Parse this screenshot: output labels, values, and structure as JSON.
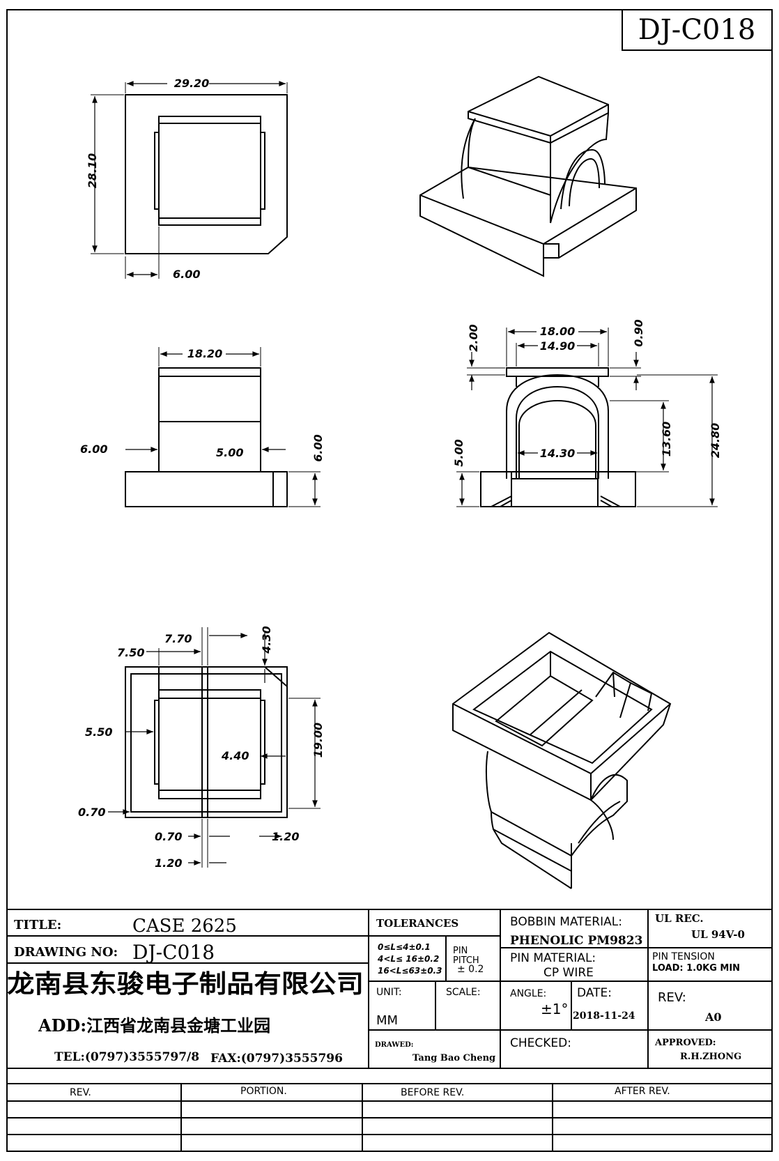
{
  "drawing_code": "DJ-C018",
  "views": {
    "top": {
      "width_label": "29.20",
      "height_label": "28.10",
      "offset_label": "6.00"
    },
    "side": {
      "width_label": "18.20",
      "left_label": "6.00",
      "inner_label": "5.00",
      "height_label": "6.00"
    },
    "front": {
      "top_left_label": "2.00",
      "outer_width_label": "18.00",
      "inner_width_label": "14.90",
      "right_top_label": "0.90",
      "arch_label": "14.30",
      "arch_height_label": "13.60",
      "total_height_label": "24.80",
      "base_label": "5.00"
    },
    "bottom": {
      "a_label": "7.70",
      "b_label": "7.50",
      "c_label": "4.30",
      "d_label": "5.50",
      "e_label": "4.40",
      "f_label": "19.00",
      "g_label": "0.70",
      "h_label": "0.70",
      "i_label": "1.20",
      "j_label": "1.20"
    }
  },
  "title_block": {
    "title_label": "TITLE:",
    "title_value": "CASE 2625",
    "drawing_no_label": "DRAWING NO:",
    "drawing_no_value": "DJ-C018",
    "company": "龙南县东骏电子制品有限公司",
    "address": "ADD:江西省龙南县金塘工业园",
    "tel": "TEL:(0797)3555797/8",
    "fax": "FAX:(0797)3555796",
    "tolerances_label": "TOLERANCES",
    "tol_line1": "0≤L≤4±0.1",
    "tol_line2": "4<L≤ 16±0.2",
    "tol_line3": "16<L≤63±0.3",
    "pin_pitch_label1": "PIN",
    "pin_pitch_label2": "PITCH",
    "pin_pitch_value": "± 0.2",
    "unit_label": "UNIT:",
    "unit_value": "MM",
    "scale_label": "SCALE:",
    "drawer_label": "DRAWED:",
    "drawer_value": "Tang Bao Cheng",
    "bobbin_material_label": "BOBBIN MATERIAL:",
    "bobbin_material_value": "PHENOLIC   PM9823",
    "pin_material_label": "PIN MATERIAL:",
    "pin_material_value": "CP WIRE",
    "angle_label": "ANGLE:",
    "angle_value": "±1°",
    "date_label": "DATE:",
    "date_value": "2018-11-24",
    "checked_label": "CHECKED:",
    "ul_label": "UL REC.",
    "ul_value": "UL  94V-0",
    "pin_tension_label": "PIN TENSION",
    "pin_tension_value": "LOAD:  1.0KG MIN",
    "rev_label": "REV:",
    "rev_value": "A0",
    "approved_label": "APPROVED:",
    "approved_value": "R.H.ZHONG"
  },
  "revision_table": {
    "headers": [
      "REV.",
      "PORTION.",
      "BEFORE REV.",
      "AFTER REV."
    ]
  }
}
